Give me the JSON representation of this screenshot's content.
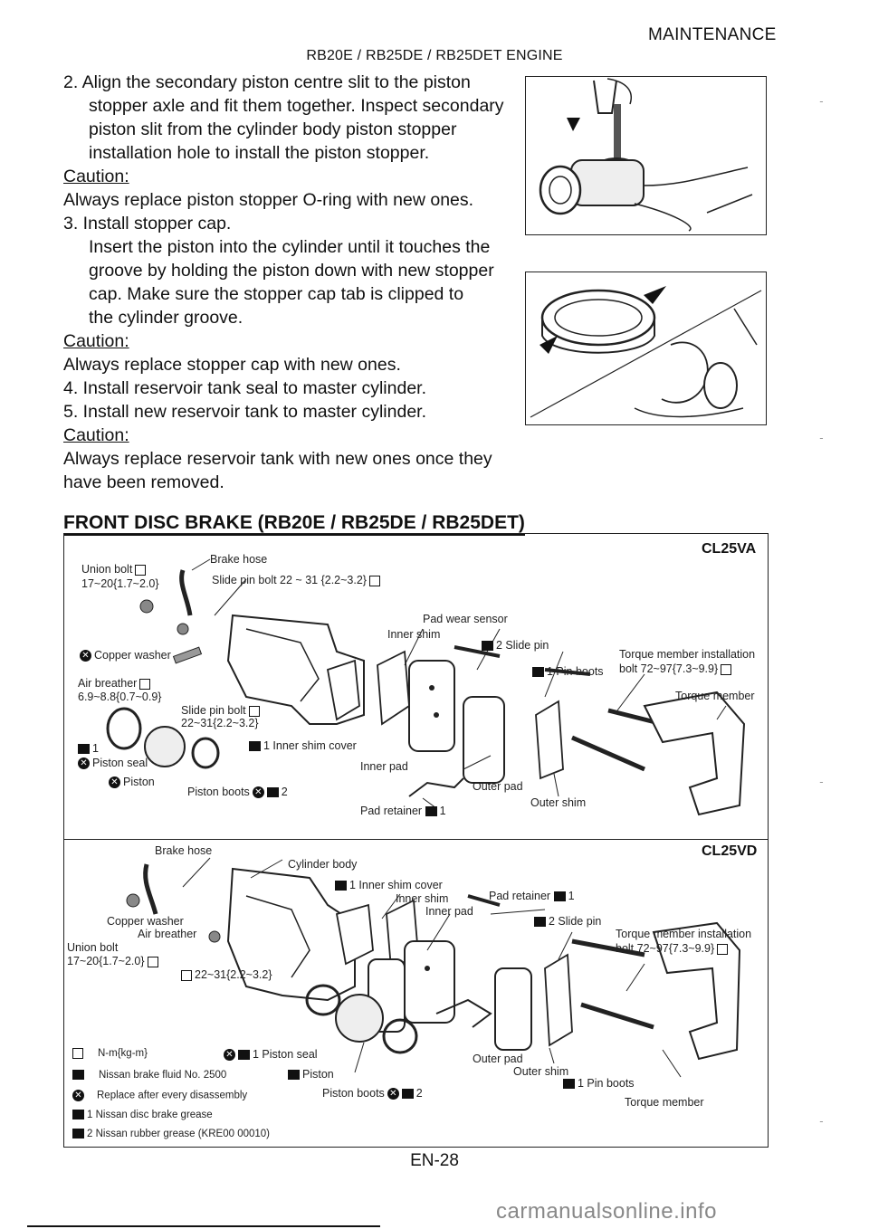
{
  "header": {
    "section": "MAINTENANCE",
    "engine": "RB20E / RB25DE / RB25DET ENGINE"
  },
  "steps": {
    "s2_line1": "2. Align the secondary piston centre slit to the piston",
    "s2_line2": "stopper axle and fit them together. Inspect secondary",
    "s2_line3": "piston slit from the cylinder body piston stopper",
    "s2_line4": "installation hole to install the piston stopper.",
    "caution1": "Caution:",
    "caution1_text": "Always replace piston stopper O-ring with new ones.",
    "s3_line1": "3. Install stopper cap.",
    "s3_line2": "Insert the piston into the cylinder until it touches the",
    "s3_line3": "groove by holding the piston down with new stopper",
    "s3_line4": "cap. Make sure the stopper cap tab is clipped to",
    "s3_line5": "the cylinder groove.",
    "caution2": "Caution:",
    "caution2_text": "Always replace stopper cap with new ones.",
    "s4": "4. Install reservoir tank seal to master cylinder.",
    "s5": "5. Install new reservoir tank to master cylinder.",
    "caution3": "Caution:",
    "caution3_line1": "Always replace reservoir tank with new ones once they",
    "caution3_line2": "have been removed."
  },
  "section_title": "FRONT DISC BRAKE (RB20E / RB25DE / RB25DET)",
  "diagram_top": {
    "model": "CL25VA",
    "labels": {
      "union_bolt": "Union bolt",
      "union_bolt_torque": "17~20{1.7~2.0}",
      "brake_hose": "Brake hose",
      "slide_pin_bolt": "Slide pin bolt 22 ~ 31 {2.2~3.2}",
      "pad_wear_sensor": "Pad wear sensor",
      "inner_shim": "Inner shim",
      "slide_pin": "2 Slide pin",
      "torque_member_install": "Torque member installation",
      "torque_member_bolt": "bolt 72~97{7.3~9.9}",
      "copper_washer": "Copper washer",
      "pin_boots": "1 Pin boots",
      "air_breather": "Air breather",
      "air_breather_torque": "6.9~8.8{0.7~0.9}",
      "torque_member": "Torque member",
      "slide_pin_bolt2": "Slide pin bolt",
      "slide_pin_bolt2_torque": "22~31{2.2~3.2}",
      "inner_shim_cover": "1 Inner shim cover",
      "one": "1",
      "piston_seal": "Piston seal",
      "inner_pad": "Inner pad",
      "piston": "Piston",
      "piston_boots": "Piston boots",
      "two": "2",
      "outer_pad": "Outer pad",
      "outer_shim": "Outer shim",
      "pad_retainer": "Pad retainer",
      "pad_retainer_n": "1"
    }
  },
  "diagram_bottom": {
    "model": "CL25VD",
    "labels": {
      "brake_hose": "Brake hose",
      "cylinder_body": "Cylinder body",
      "inner_shim_cover": "1 Inner shim cover",
      "inner_shim": "Inner shim",
      "pad_retainer": "Pad retainer",
      "pad_retainer_n": "1",
      "inner_pad": "Inner pad",
      "slide_pin": "2 Slide pin",
      "copper_washer": "Copper washer",
      "air_breather": "Air breather",
      "union_bolt": "Union bolt",
      "union_bolt_torque": "17~20{1.7~2.0}",
      "torque_member_install": "Torque member installation",
      "torque_member_bolt": "bolt 72~97{7.3~9.9}",
      "slide_torque": "22~31{2.2~3.2}",
      "piston_seal": "1 Piston seal",
      "piston": "Piston",
      "piston_boots": "Piston boots",
      "two": "2",
      "outer_pad": "Outer pad",
      "outer_shim": "Outer shim",
      "pin_boots": "1 Pin boots",
      "torque_member": "Torque member"
    },
    "legend": [
      {
        "icon": "wrench",
        "text": "N-m{kg-m}"
      },
      {
        "icon": "fluid",
        "text": "Nissan brake fluid No. 2500"
      },
      {
        "icon": "replace",
        "text": "Replace after every disassembly"
      },
      {
        "icon": "grease",
        "text": "1 Nissan disc brake grease"
      },
      {
        "icon": "grease",
        "text": "2 Nissan rubber grease (KRE00 00010)"
      }
    ]
  },
  "page_number": "EN-28",
  "watermark": "carmanualsonline.info"
}
